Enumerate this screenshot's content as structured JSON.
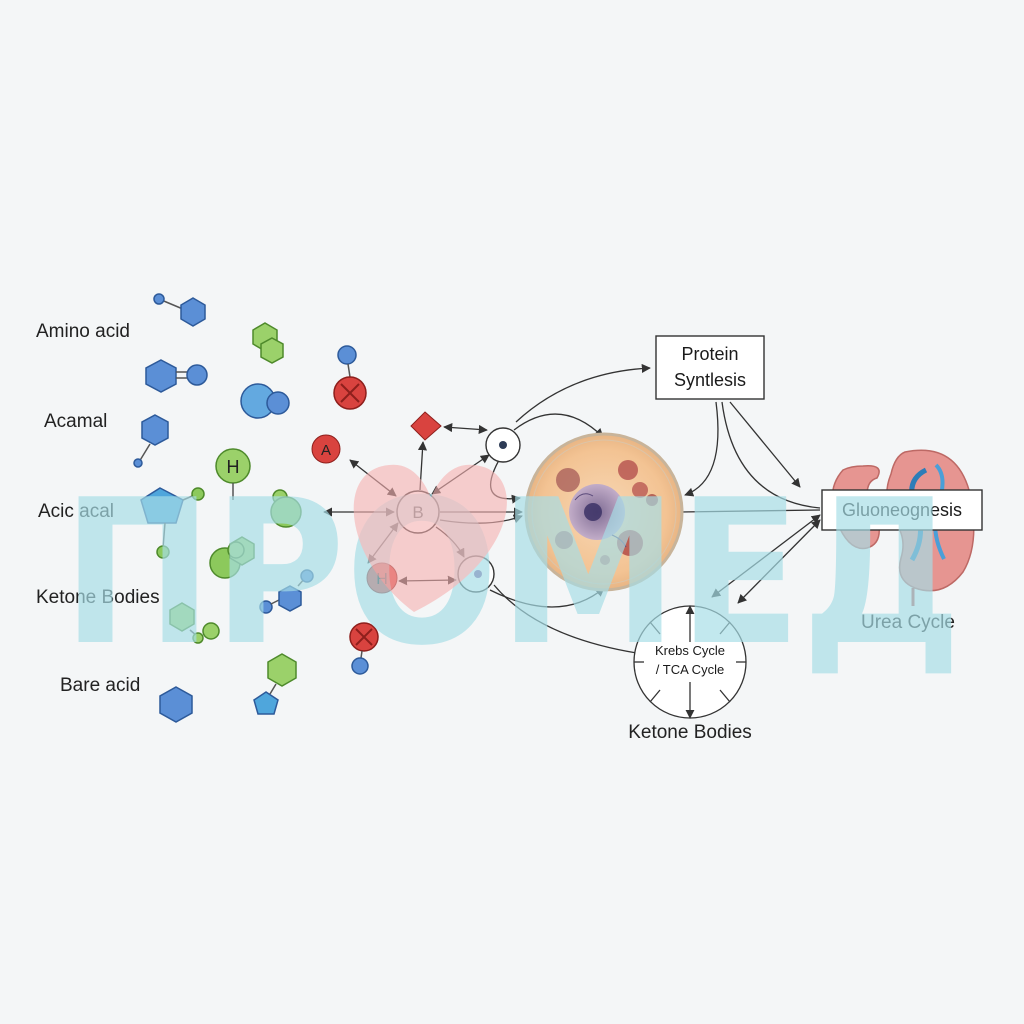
{
  "labels_left": [
    "Amino acid",
    "Acamal",
    "Acic acal",
    "Ketone Bodies",
    "Bare acid"
  ],
  "node_letters": {
    "a": "A",
    "b": "B",
    "h_red": "H",
    "h_green": "H"
  },
  "boxes": {
    "protein_line1": "Protein",
    "protein_line2": "Syntlesis",
    "gluconeogenesis": "Gluoneognesis"
  },
  "krebs": {
    "line1": "Krebs Cycle",
    "line2": "/ TCA Cycle",
    "caption": "Ketone Bodies"
  },
  "urea_label": "Urea Cycle",
  "watermark": "ПРОМЕД",
  "colors": {
    "blue": "#5b8fd6",
    "green": "#8cc95c",
    "red": "#d9433f",
    "cell_orange": "#f5c99b",
    "kidney": "#e58b86",
    "watermark": "#a6dde6"
  }
}
